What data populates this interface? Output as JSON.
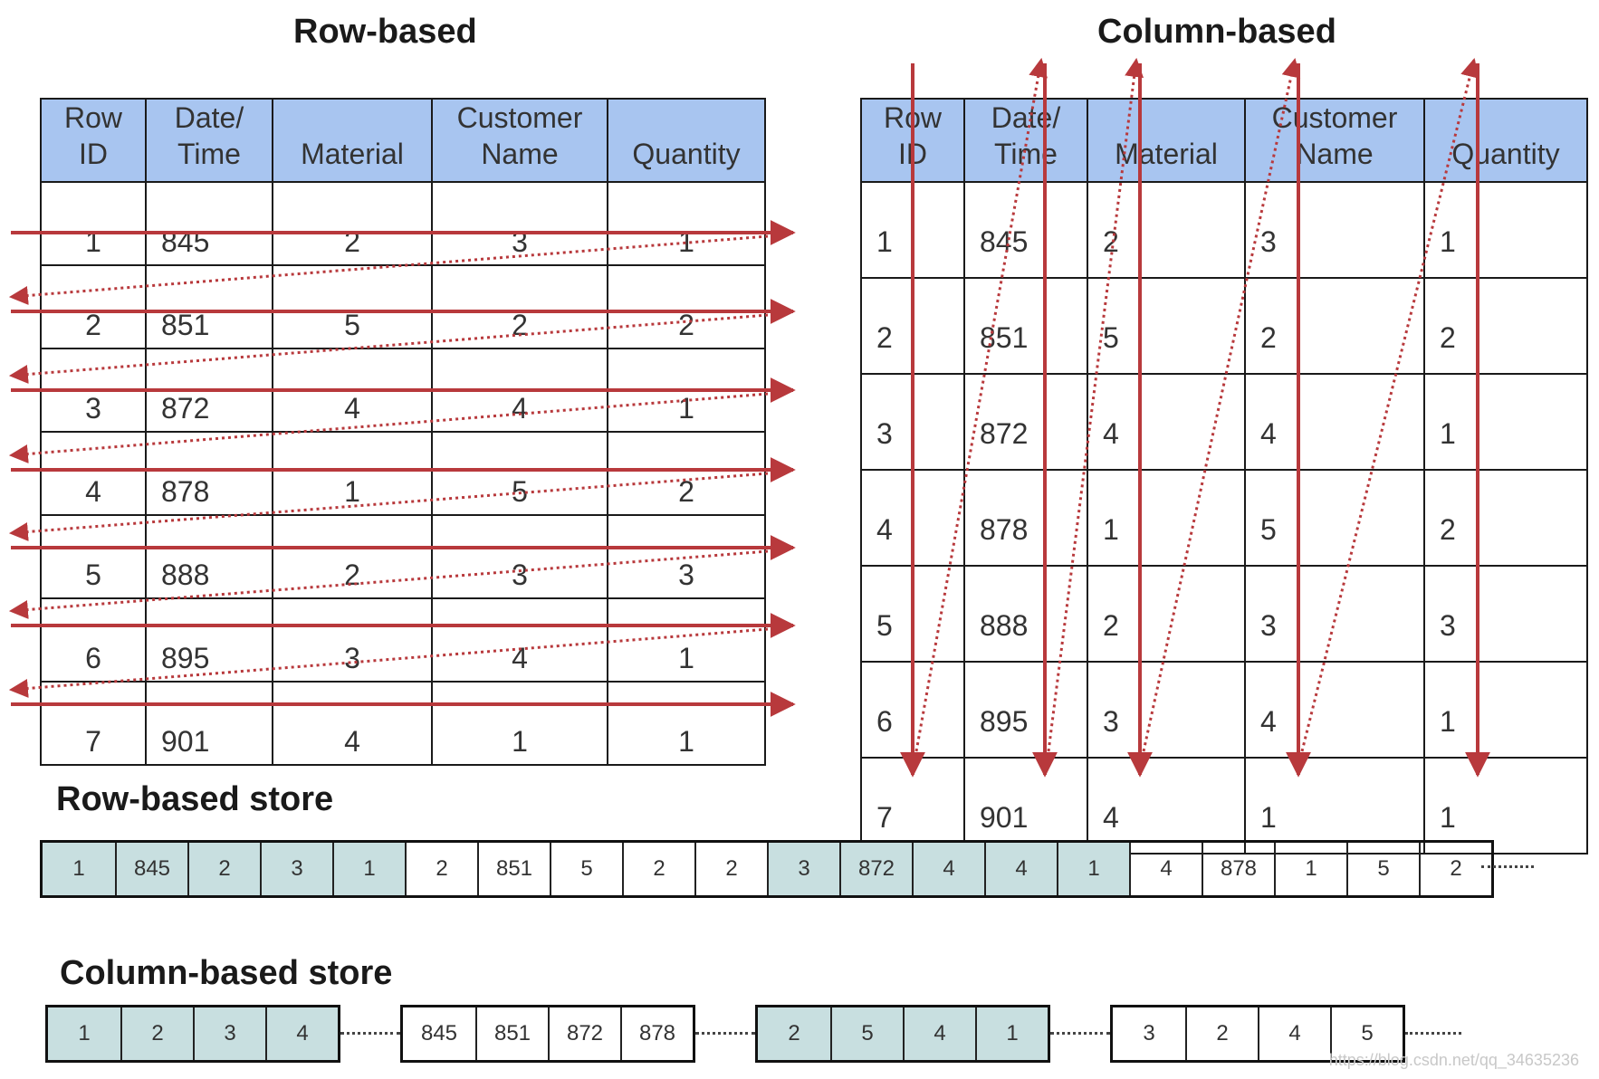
{
  "titles": {
    "left": "Row-based",
    "right": "Column-based"
  },
  "table": {
    "headers": [
      [
        "Row",
        "ID"
      ],
      [
        "Date/",
        "Time"
      ],
      [
        "",
        "Material"
      ],
      [
        "Customer",
        "Name"
      ],
      [
        "",
        "Quantity"
      ]
    ],
    "rows": [
      [
        "1",
        "845",
        "2",
        "3",
        "1"
      ],
      [
        "2",
        "851",
        "5",
        "2",
        "2"
      ],
      [
        "3",
        "872",
        "4",
        "4",
        "1"
      ],
      [
        "4",
        "878",
        "1",
        "5",
        "2"
      ],
      [
        "5",
        "888",
        "2",
        "3",
        "3"
      ],
      [
        "6",
        "895",
        "3",
        "4",
        "1"
      ],
      [
        "7",
        "901",
        "4",
        "1",
        "1"
      ]
    ]
  },
  "row_store": {
    "label": "Row-based store",
    "cells": [
      {
        "v": "1",
        "shade": true
      },
      {
        "v": "845",
        "shade": true
      },
      {
        "v": "2",
        "shade": true
      },
      {
        "v": "3",
        "shade": true
      },
      {
        "v": "1",
        "shade": true
      },
      {
        "v": "2",
        "shade": false
      },
      {
        "v": "851",
        "shade": false
      },
      {
        "v": "5",
        "shade": false
      },
      {
        "v": "2",
        "shade": false
      },
      {
        "v": "2",
        "shade": false
      },
      {
        "v": "3",
        "shade": true
      },
      {
        "v": "872",
        "shade": true
      },
      {
        "v": "4",
        "shade": true
      },
      {
        "v": "4",
        "shade": true
      },
      {
        "v": "1",
        "shade": true
      },
      {
        "v": "4",
        "shade": false
      },
      {
        "v": "878",
        "shade": false
      },
      {
        "v": "1",
        "shade": false
      },
      {
        "v": "5",
        "shade": false
      },
      {
        "v": "2",
        "shade": false
      }
    ]
  },
  "column_store": {
    "label": "Column-based store",
    "segments": [
      {
        "values": [
          "1",
          "2",
          "3",
          "4"
        ],
        "shade": true
      },
      {
        "values": [
          "845",
          "851",
          "872",
          "878"
        ],
        "shade": false
      },
      {
        "values": [
          "2",
          "5",
          "4",
          "1"
        ],
        "shade": true
      },
      {
        "values": [
          "3",
          "2",
          "4",
          "5"
        ],
        "shade": false
      }
    ]
  },
  "watermark": "https://blog.csdn.net/qq_34635236",
  "colors": {
    "header_bg": "#a8c5f0",
    "store_shade": "#c8dfe0",
    "arrow": "#b8393c"
  }
}
